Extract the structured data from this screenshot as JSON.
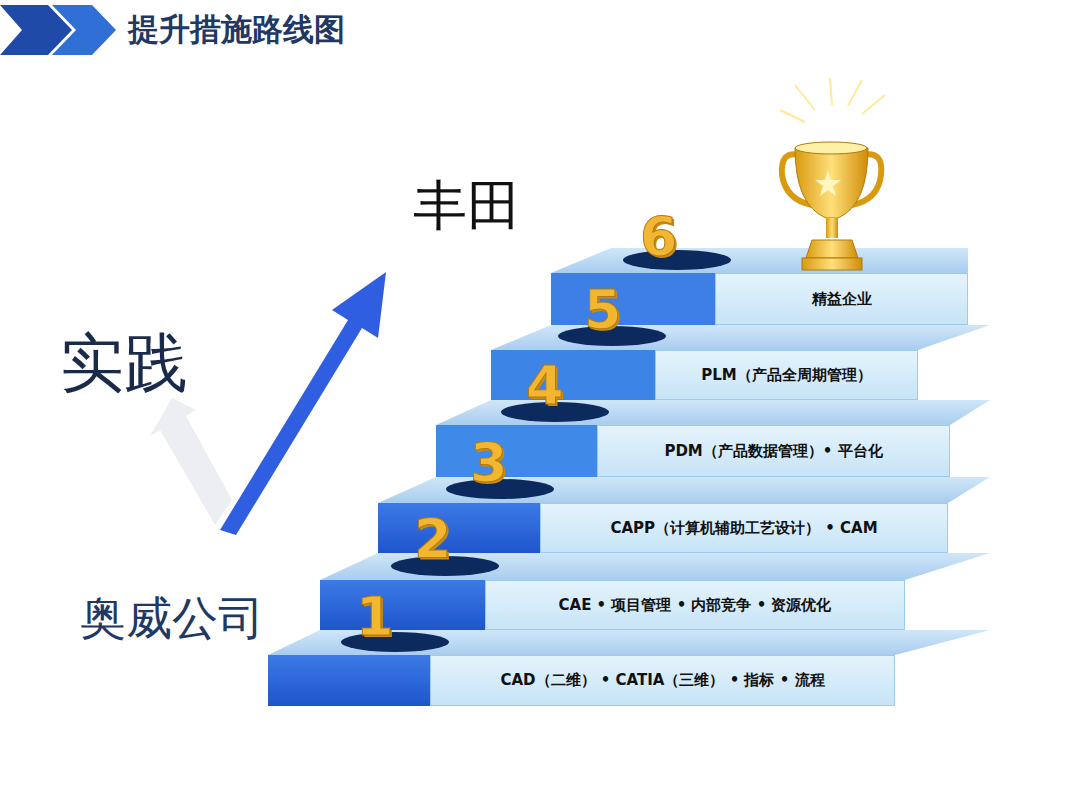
{
  "diagram": {
    "title": "提升措施路线图",
    "nodes": [
      {
        "text": [
          "CAD（二维） •  CATIA（三维） •  指标 •  流程"
        ]
      },
      {
        "text": [
          "CAE • 项目管理 • 内部竞争 • 资源优化"
        ]
      },
      {
        "text": [
          "CAPP（计算机辅助工艺设计） • CAM"
        ]
      },
      {
        "text": [
          "PDM（产品数据管理）• 平台化"
        ]
      },
      {
        "text": [
          "PLM（产品全周期管理）"
        ]
      },
      {
        "text": [
          "精益企业"
        ]
      }
    ],
    "labels": [
      "丰田",
      "实践",
      "奥威公司",
      "1",
      "2",
      "3",
      "4",
      "5",
      "6"
    ]
  }
}
